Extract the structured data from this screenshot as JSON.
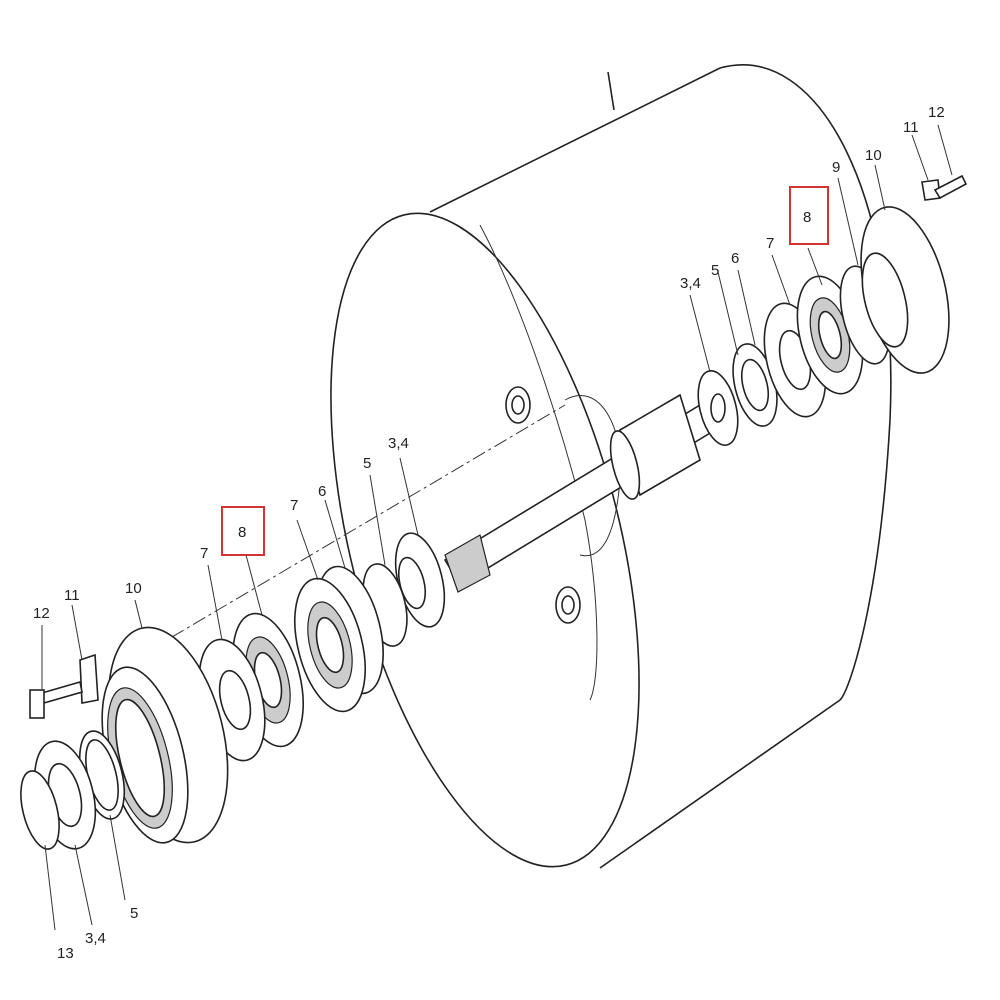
{
  "labels": {
    "right": {
      "p12": "12",
      "p11": "11",
      "p10": "10",
      "p9": "9",
      "p8": "8",
      "p7": "7",
      "p6": "6",
      "p5": "5",
      "p34": "3,4"
    },
    "left": {
      "p8": "8",
      "p7a": "7",
      "p7b": "7",
      "p6": "6",
      "p5": "5",
      "p34": "3,4",
      "p10": "10",
      "p11": "11",
      "p12": "12",
      "p13": "13",
      "p34b": "3,4",
      "p5b": "5"
    }
  },
  "highlight_color": "#d33333"
}
